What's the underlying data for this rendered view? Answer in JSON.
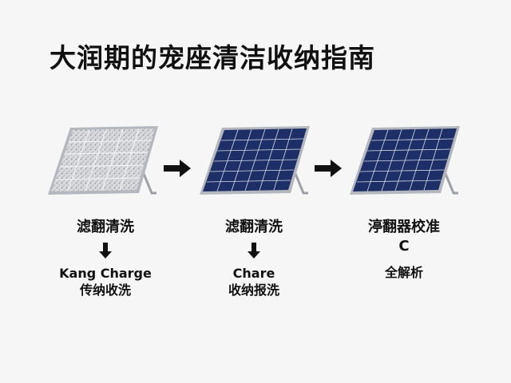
{
  "title": "大润期的宠座清洁收纳指南",
  "steps": [
    {
      "label": "滤翻清洗",
      "sub1": "Kang Charge",
      "sub2": "传纳收洗"
    },
    {
      "label": "滤翻清洗",
      "sub1": "Chare",
      "sub2": "收纳报洗"
    },
    {
      "label": "渟翻器校准",
      "sub1": "C",
      "sub2": "全解析"
    }
  ],
  "colors": {
    "dirty_panel": "#c9ccd0",
    "clean_panel": "#1d2f66",
    "frame": "#b8bcc2",
    "arrow": "#111111"
  }
}
